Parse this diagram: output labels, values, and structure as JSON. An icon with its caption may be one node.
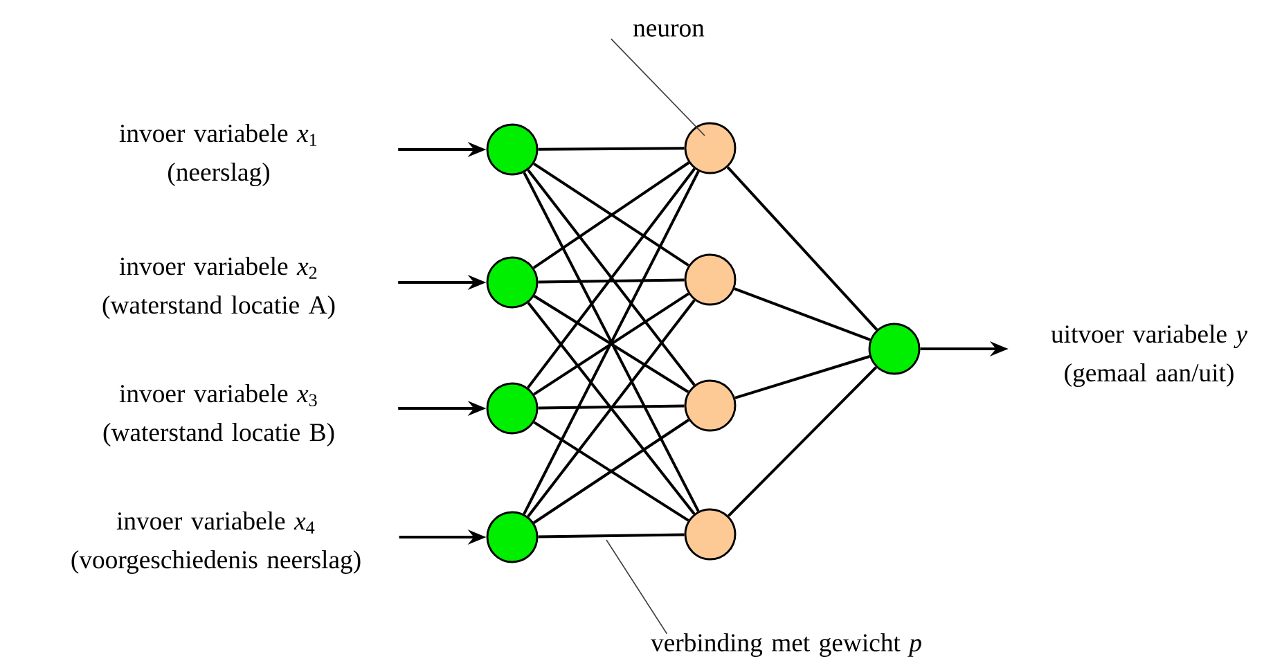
{
  "diagram": {
    "nodes": [
      {
        "text": [
          "invoer variabele *x*$_{1}$",
          "(neerslag)"
        ]
      },
      {
        "text": [
          "invoer variabele *x*$_{2}$",
          "(waterstand locatie A)"
        ]
      },
      {
        "text": [
          "invoer variabele *x*$_{3}$",
          "(waterstand locatie B)"
        ]
      },
      {
        "text": [
          "invoer variabele *x*$_{4}$",
          "(voorgeschiedenis neerslag)"
        ]
      },
      {
        "text": [],
        "shape": "circle"
      },
      {
        "text": [],
        "shape": "circle"
      },
      {
        "text": [],
        "shape": "circle"
      },
      {
        "text": [],
        "shape": "circle"
      },
      {
        "text": [],
        "shape": "circle"
      },
      {
        "text": [],
        "shape": "circle"
      },
      {
        "text": [],
        "shape": "circle"
      },
      {
        "text": [],
        "shape": "circle"
      },
      {
        "text": [],
        "shape": "circle"
      },
      {
        "text": [
          "uitvoer variabele *y*",
          "(gemaal aan/uit)"
        ]
      },
      {
        "text": [
          "neuron"
        ]
      },
      {
        "text": [
          "verbinding met gewicht *p*"
        ]
      }
    ],
    "edges": [
      {
        "from": 0,
        "to": 4,
        "arrow": "to"
      },
      {
        "from": 1,
        "to": 5,
        "arrow": "to"
      },
      {
        "from": 2,
        "to": 6,
        "arrow": "to"
      },
      {
        "from": 3,
        "to": 7,
        "arrow": "to"
      },
      {
        "from": 4,
        "to": 8,
        "arrow": "none"
      },
      {
        "from": 4,
        "to": 9,
        "arrow": "none"
      },
      {
        "from": 4,
        "to": 10,
        "arrow": "none"
      },
      {
        "from": 4,
        "to": 11,
        "arrow": "none"
      },
      {
        "from": 5,
        "to": 8,
        "arrow": "none"
      },
      {
        "from": 5,
        "to": 9,
        "arrow": "none"
      },
      {
        "from": 5,
        "to": 10,
        "arrow": "none"
      },
      {
        "from": 5,
        "to": 11,
        "arrow": "none"
      },
      {
        "from": 6,
        "to": 8,
        "arrow": "none"
      },
      {
        "from": 6,
        "to": 9,
        "arrow": "none"
      },
      {
        "from": 6,
        "to": 10,
        "arrow": "none"
      },
      {
        "from": 6,
        "to": 11,
        "arrow": "none"
      },
      {
        "from": 7,
        "to": 8,
        "arrow": "none"
      },
      {
        "from": 7,
        "to": 9,
        "arrow": "none"
      },
      {
        "from": 7,
        "to": 10,
        "arrow": "none"
      },
      {
        "from": 7,
        "to": 11,
        "arrow": "none"
      },
      {
        "from": 8,
        "to": 12,
        "arrow": "none"
      },
      {
        "from": 9,
        "to": 12,
        "arrow": "none"
      },
      {
        "from": 10,
        "to": 12,
        "arrow": "none"
      },
      {
        "from": 11,
        "to": 12,
        "arrow": "none"
      },
      {
        "from": 12,
        "to": 13,
        "arrow": "to"
      },
      {
        "from": 14,
        "to": 8,
        "arrow": "none",
        "color": "#404040"
      },
      {
        "from": 15,
        "to": null,
        "arrow": "none",
        "color": "#404040"
      }
    ]
  }
}
